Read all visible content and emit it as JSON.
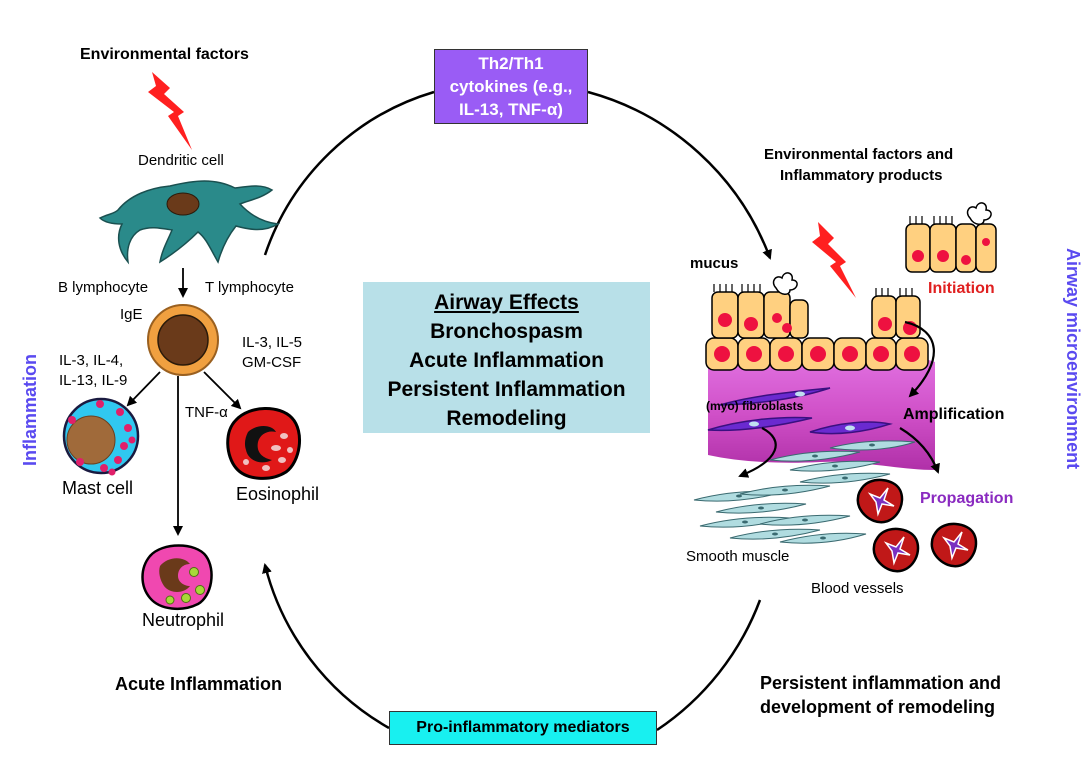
{
  "labels": {
    "env_factors_left": "Environmental factors",
    "dendritic_cell": "Dendritic cell",
    "b_lymphocyte": "B lymphocyte",
    "t_lymphocyte": "T lymphocyte",
    "ige": "IgE",
    "il_left_1": "IL-3, IL-4,",
    "il_left_2": "IL-13, IL-9",
    "il_right_1": "IL-3, IL-5",
    "il_right_2": "GM-CSF",
    "tnf": "TNF-α",
    "mast_cell": "Mast cell",
    "eosinophil": "Eosinophil",
    "neutrophil": "Neutrophil",
    "inflammation_side": "Inflammation",
    "acute_inflammation": "Acute Inflammation",
    "env_factors_right_1": "Environmental factors and",
    "env_factors_right_2": "Inflammatory products",
    "mucus": "mucus",
    "initiation": "Initiation",
    "myo_fibroblasts": "(myo) fibroblasts",
    "amplification": "Amplification",
    "propagation": "Propagation",
    "smooth_muscle": "Smooth muscle",
    "blood_vessels": "Blood vessels",
    "airway_microenvironment": "Airway microenvironment",
    "persistent_1": "Persistent inflammation and",
    "persistent_2": "development of remodeling"
  },
  "th_box": {
    "line1": "Th2/Th1",
    "line2": "cytokines (e.g.,",
    "line3": "IL-13, TNF-α)"
  },
  "airway_box": {
    "title": "Airway Effects",
    "items": [
      "Bronchospasm",
      "Acute Inflammation",
      "Persistent Inflammation",
      "Remodeling"
    ]
  },
  "pro_box": {
    "label": "Pro-inflammatory mediators"
  },
  "colors": {
    "th_box": "#9a5cf5",
    "airway_box": "#b8e0e8",
    "pro_box": "#18f0f0",
    "lightning": "#ff2020",
    "dendritic": "#2a8a8a",
    "epithelial": "#ffd080",
    "tissue": "#e060d0",
    "smooth_muscle": "#b0dce0",
    "side_labels": "#5a4af0",
    "initiation": "#e02020",
    "propagation": "#8a2ac0"
  }
}
